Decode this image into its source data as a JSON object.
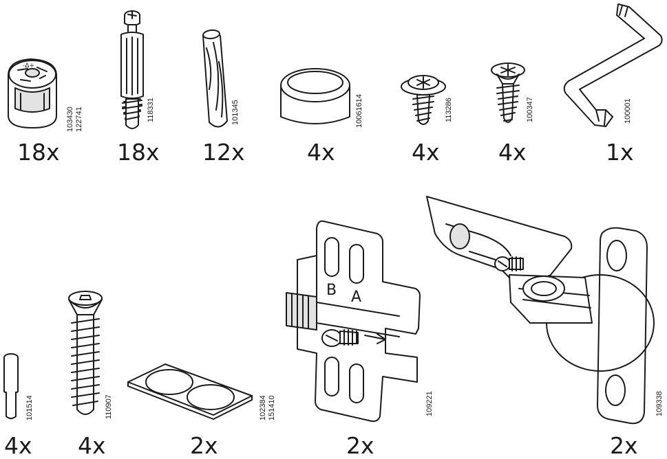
{
  "parts": [
    {
      "id": "cam-lock",
      "codes": [
        "103430",
        "122741"
      ],
      "quantity": "18x"
    },
    {
      "id": "cam-bolt",
      "codes": [
        "118331"
      ],
      "quantity": "18x"
    },
    {
      "id": "wooden-dowel",
      "codes": [
        "101345"
      ],
      "quantity": "12x"
    },
    {
      "id": "furniture-foot",
      "codes": [
        "10061614"
      ],
      "quantity": "4x"
    },
    {
      "id": "flange-screw",
      "codes": [
        "113286"
      ],
      "quantity": "4x"
    },
    {
      "id": "chipboard-screw",
      "codes": [
        "100347"
      ],
      "quantity": "4x"
    },
    {
      "id": "allen-key",
      "codes": [
        "100001"
      ],
      "quantity": "1x"
    },
    {
      "id": "shelf-pin",
      "codes": [
        "101514"
      ],
      "quantity": "4x"
    },
    {
      "id": "confirmat-screw",
      "codes": [
        "110907"
      ],
      "quantity": "4x"
    },
    {
      "id": "bumper-pads",
      "codes": [
        "102384",
        "151410"
      ],
      "quantity": "2x"
    },
    {
      "id": "hinge-mounting-plate",
      "codes": [
        "109221"
      ],
      "quantity": "2x",
      "letters": [
        "B",
        "A"
      ]
    },
    {
      "id": "cabinet-hinge",
      "codes": [
        "109338"
      ],
      "quantity": "2x"
    }
  ]
}
